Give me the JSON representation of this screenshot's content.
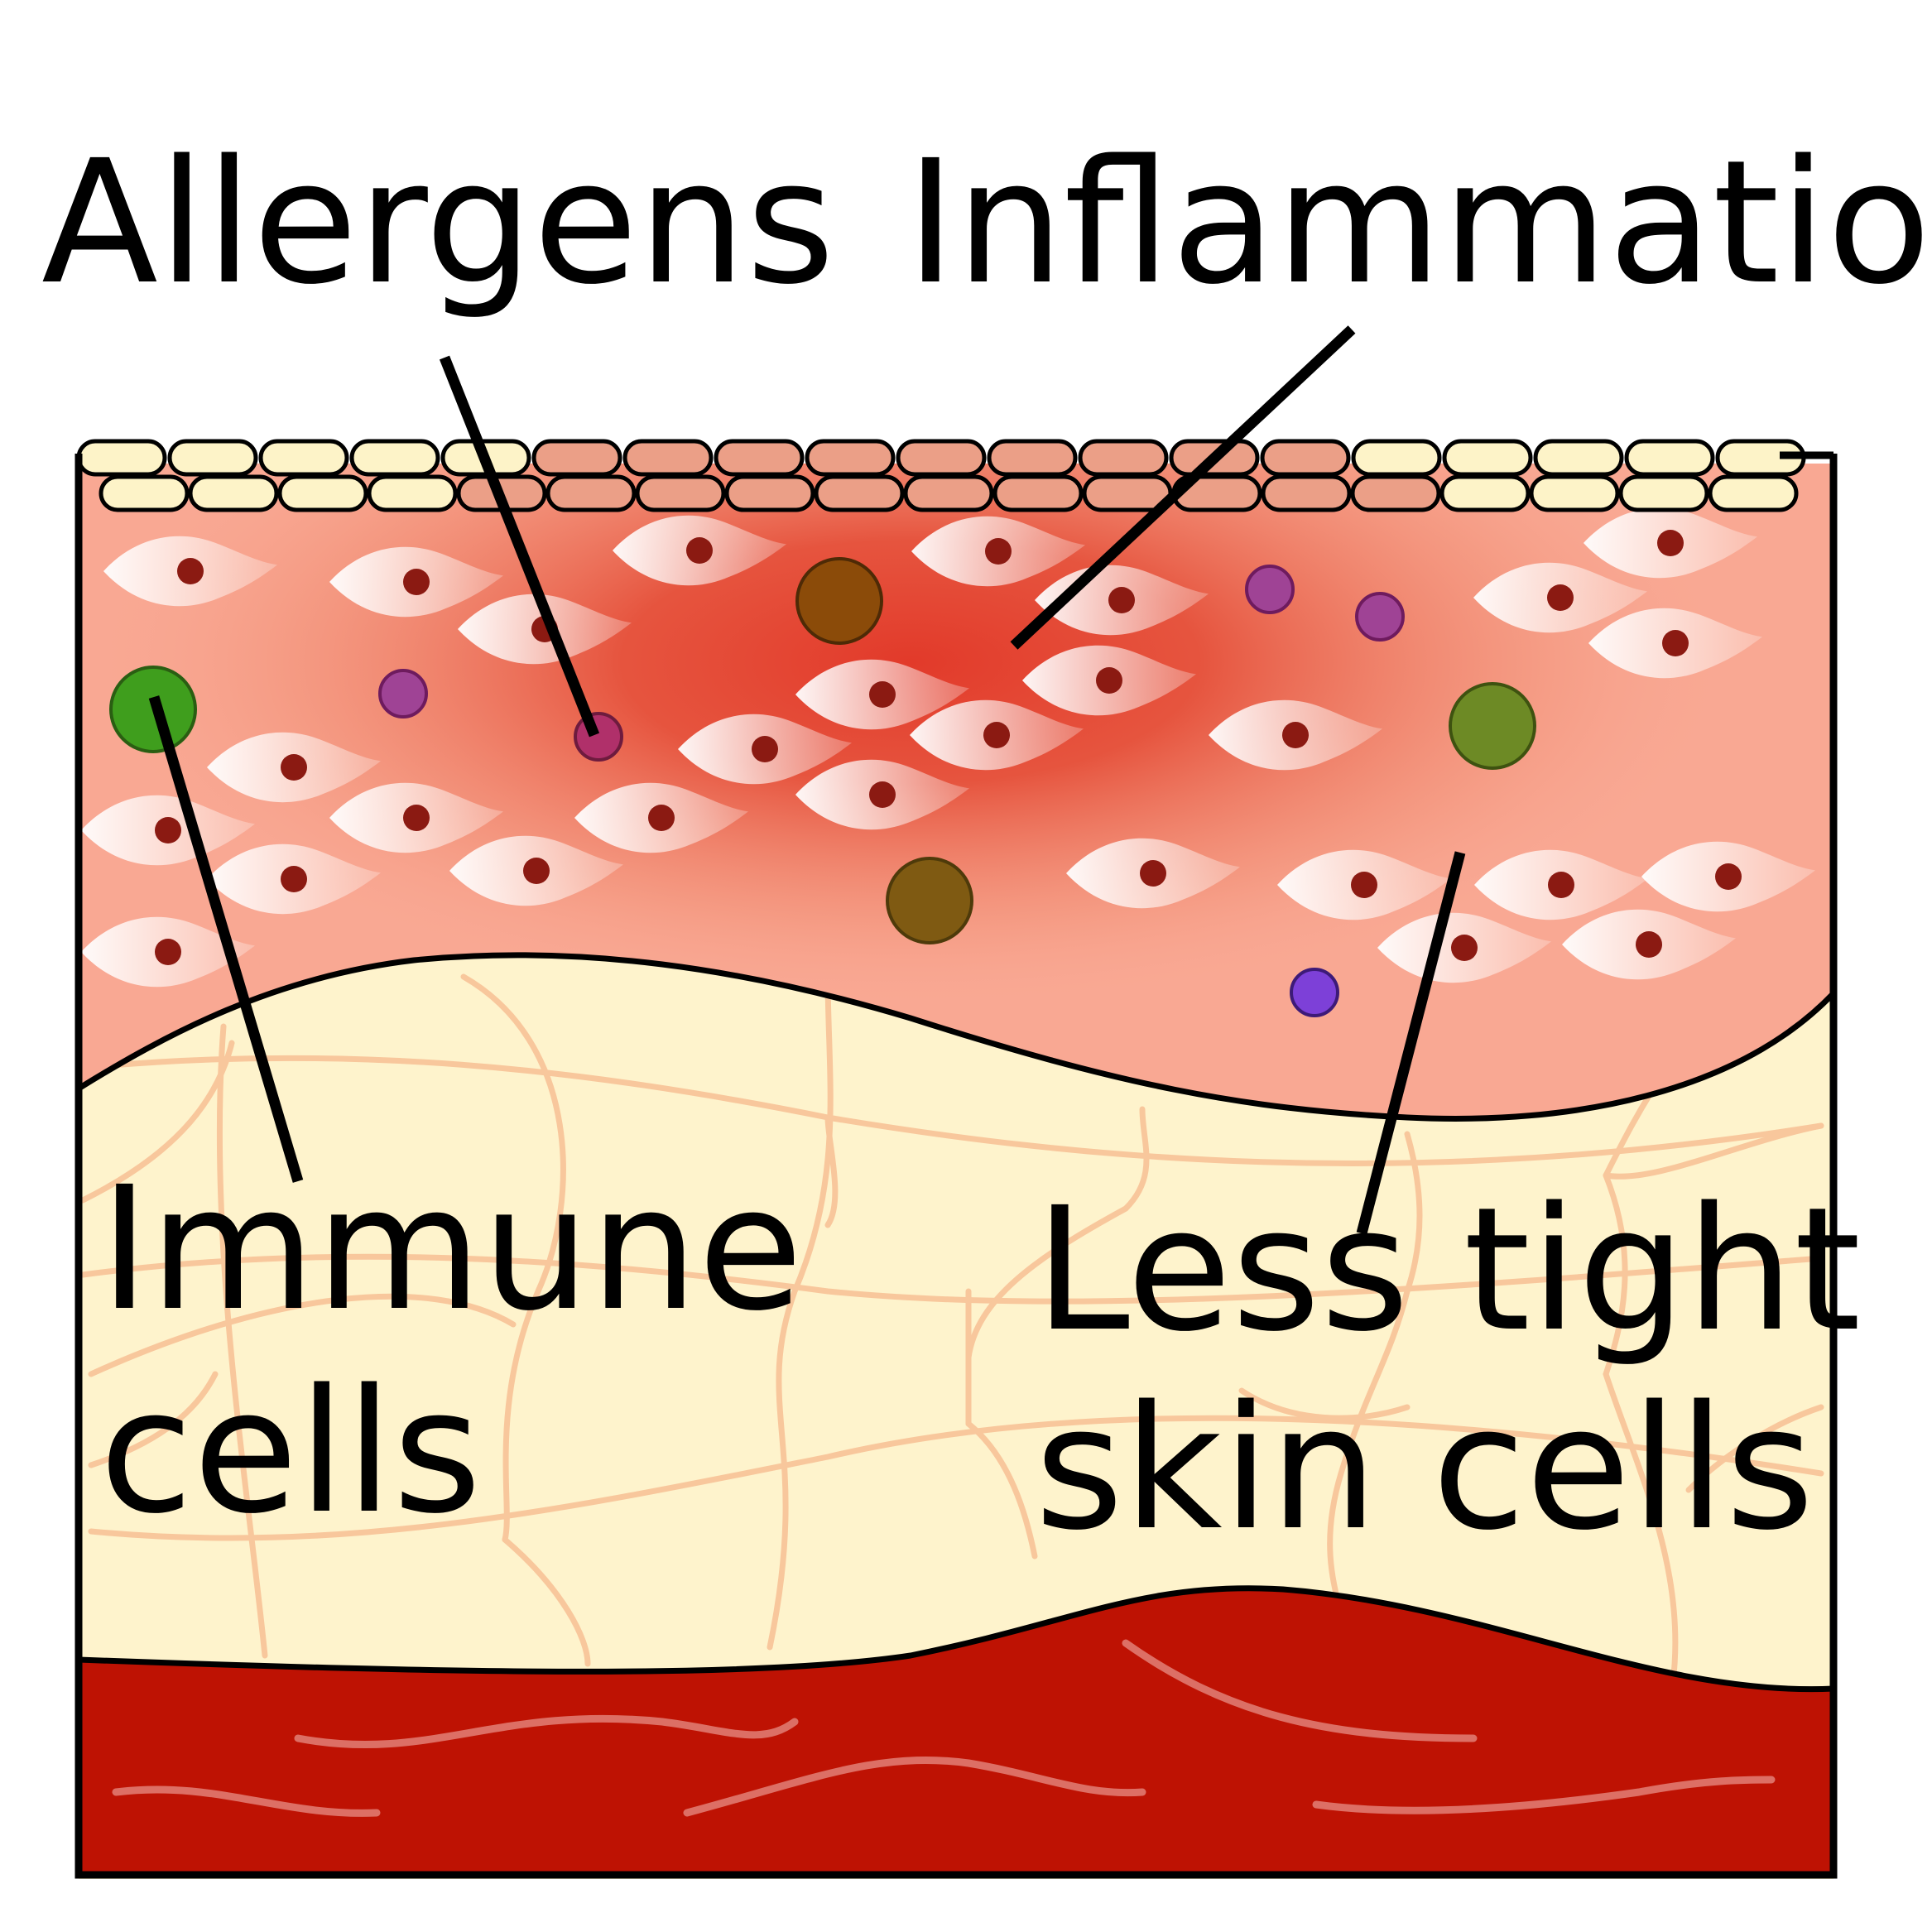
{
  "labels": {
    "allergens": "Allergens",
    "inflammation": "Inflammation",
    "immune_line1": "Immune",
    "immune_line2": "cells",
    "less_tight_line1": "Less tight",
    "less_tight_line2": "skin cells"
  },
  "colors": {
    "epidermis": "#f9a893",
    "inflammation_core": "#e23a2a",
    "dermis": "#fef3cc",
    "fibers": "#f8c79c",
    "blood_layer": "#be1203",
    "blood_streaks": "#e07a70",
    "surface_cells": "#fdf3c8",
    "surface_cells_inflamed": "#eb9f87",
    "spindle_cells": "#ffffff",
    "nucleus": "#8b1a12",
    "allergen_purple": "#9f4395",
    "allergen_violet": "#7d40d8",
    "immune_green": "#3f9e1d",
    "immune_olive": "#6d8a25",
    "immune_brown": "#8b4b09",
    "immune_dark_olive": "#7f5a12",
    "outline": "#000000"
  }
}
